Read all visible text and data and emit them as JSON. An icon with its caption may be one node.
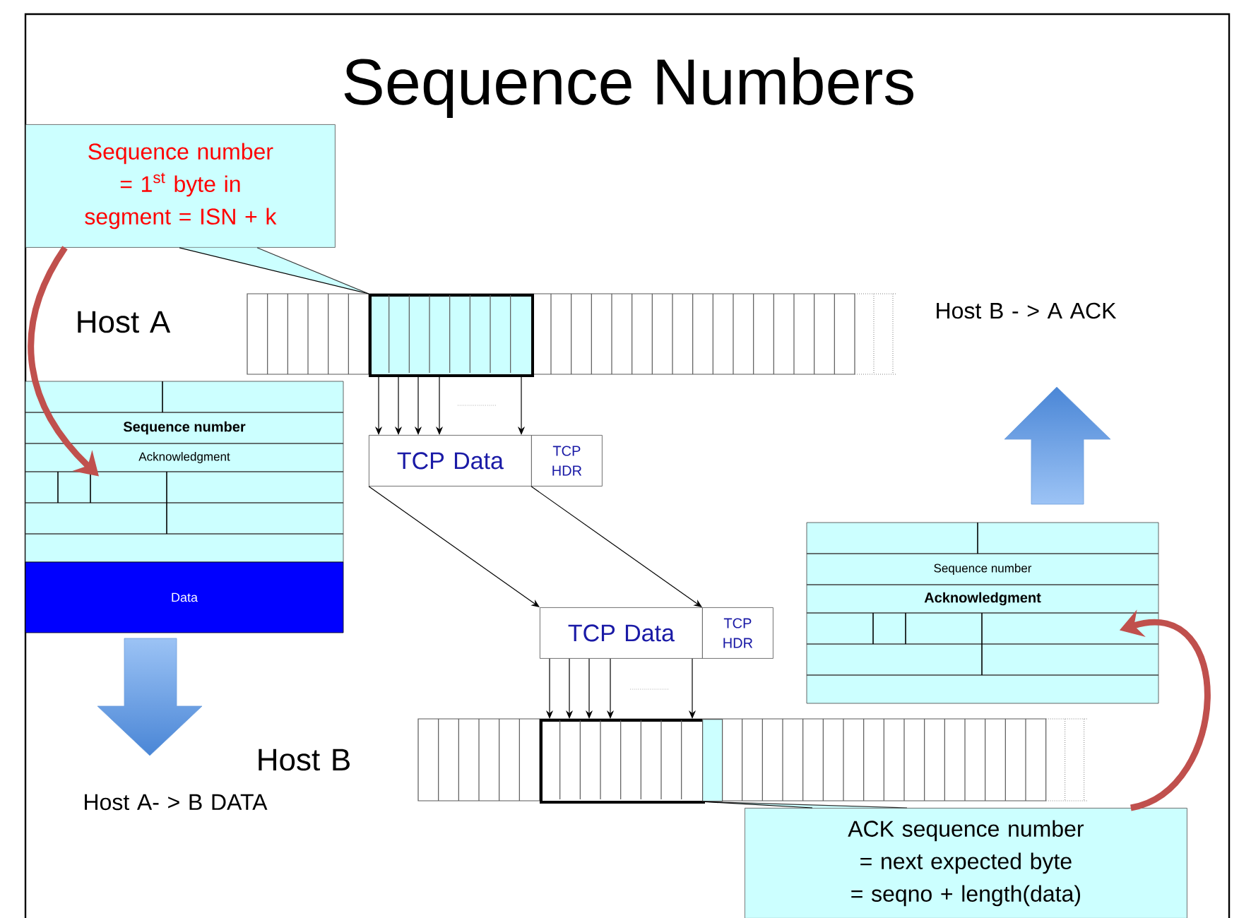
{
  "diagram": {
    "title": "Sequence Numbers",
    "nodes": [
      {
        "text": [
          "Sequence number = 1$^{st}$ byte in segment = ISN + k"
        ]
      },
      {
        "text": [],
        "shape": "box"
      },
      {
        "text": [
          "TCP Data"
        ]
      },
      {
        "text": [
          "TCP HDR"
        ]
      },
      {
        "text": [
          "Sequence number",
          "Acknowledgment",
          "Data"
        ]
      },
      {
        "text": [
          "Sequence number",
          "Acknowledgment"
        ]
      },
      {
        "text": [
          "TCP Data"
        ]
      },
      {
        "text": [
          "TCP HDR"
        ]
      },
      {
        "text": [],
        "shape": "box"
      },
      {
        "text": [],
        "shape": "box"
      },
      {
        "text": [
          "ACK sequence number = next expected byte = seqno + length(data)"
        ]
      }
    ],
    "edges": [
      {
        "from": 0,
        "to": 1,
        "arrow": "none"
      },
      {
        "from": 0,
        "to": 4,
        "arrow": "to",
        "style": "thick",
        "color": "#c0504d"
      },
      {
        "from": 1,
        "to": 2,
        "arrow": "to"
      },
      {
        "from": 1,
        "to": 2,
        "arrow": "to"
      },
      {
        "from": 1,
        "to": 2,
        "arrow": "to"
      },
      {
        "from": 1,
        "to": 2,
        "arrow": "to"
      },
      {
        "from": 1,
        "to": 2,
        "arrow": "to"
      },
      {
        "from": 2,
        "to": 6,
        "arrow": "to"
      },
      {
        "from": 3,
        "to": 7,
        "arrow": "to"
      },
      {
        "from": 6,
        "to": 8,
        "arrow": "to"
      },
      {
        "from": 6,
        "to": 8,
        "arrow": "to"
      },
      {
        "from": 6,
        "to": 8,
        "arrow": "to"
      },
      {
        "from": 6,
        "to": 8,
        "arrow": "to"
      },
      {
        "from": 6,
        "to": 8,
        "arrow": "to"
      },
      {
        "from": 10,
        "to": 9,
        "arrow": "none"
      },
      {
        "from": 10,
        "to": 5,
        "arrow": "to",
        "style": "thick",
        "color": "#c0504d"
      }
    ],
    "labels": [
      "Host A",
      "Host B - > A ACK",
      "Host A- > B DATA",
      "Host B"
    ]
  }
}
